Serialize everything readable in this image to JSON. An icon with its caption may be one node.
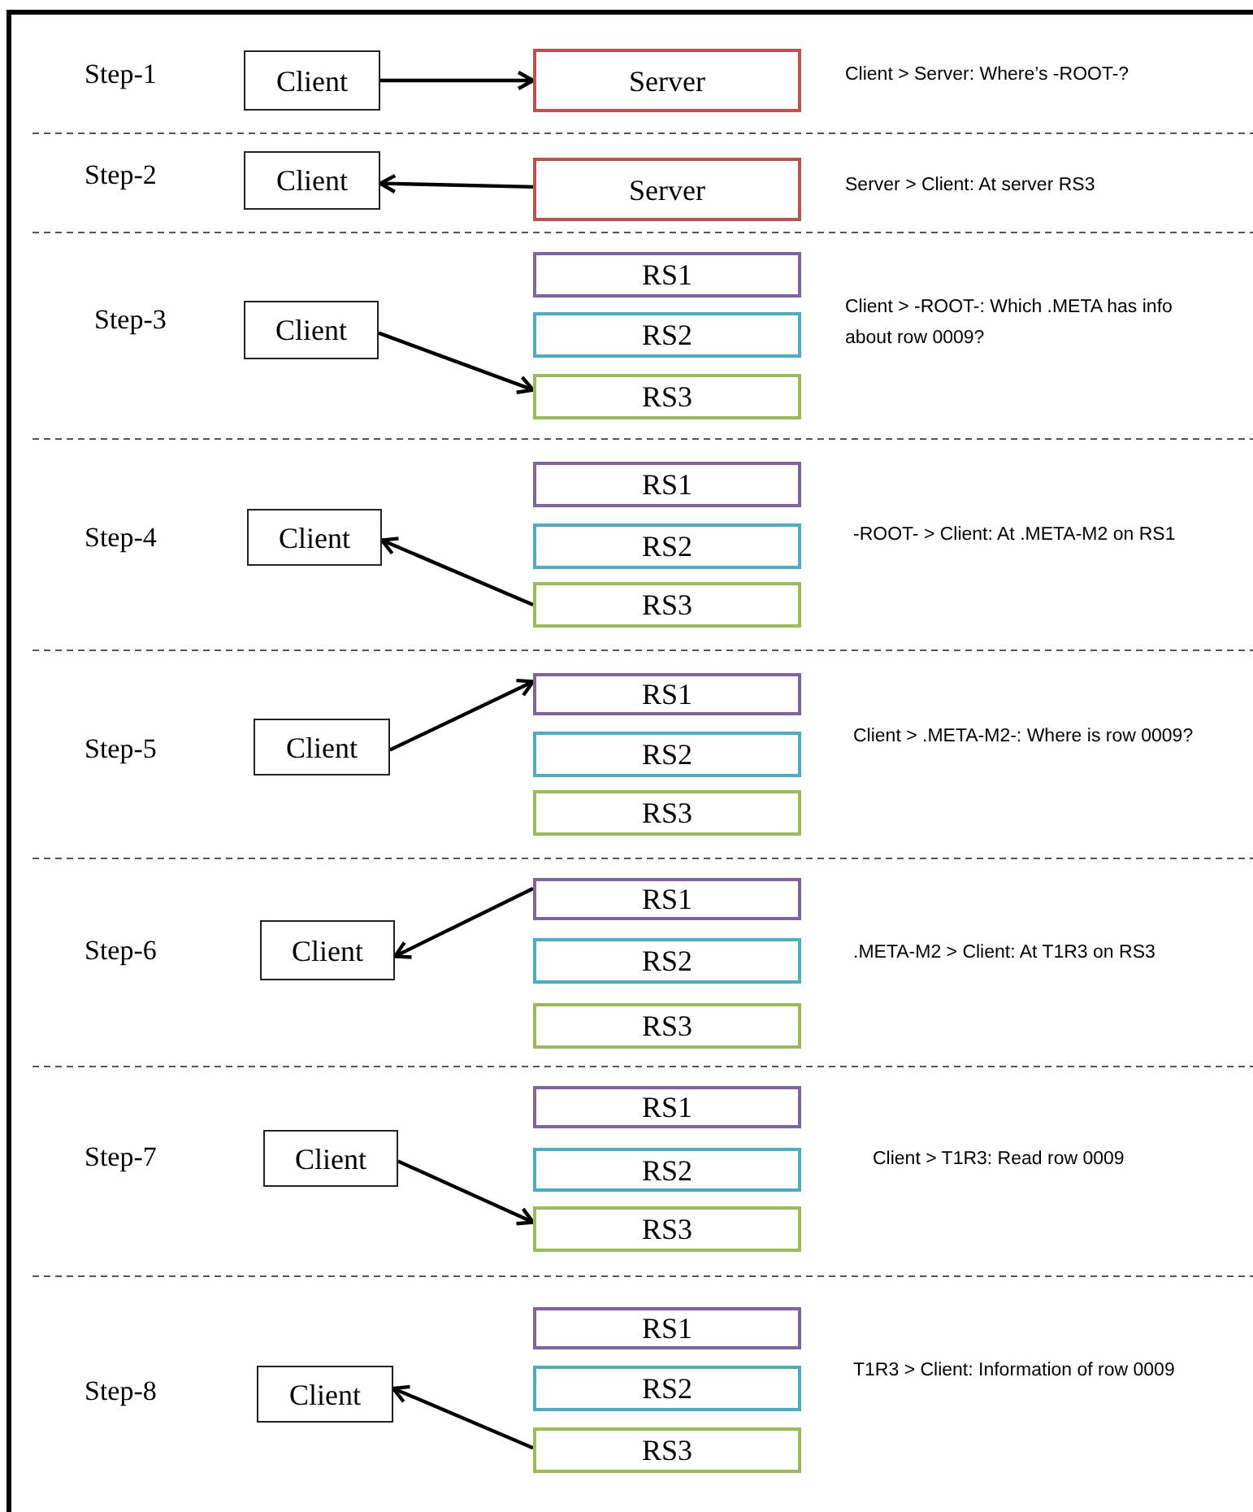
{
  "diagram": {
    "nodes": [
      {
        "text": [
          "Client"
        ]
      },
      {
        "text": [
          "Server"
        ]
      },
      {
        "text": [
          "Client"
        ]
      },
      {
        "text": [
          "Server"
        ]
      },
      {
        "text": [
          "Client"
        ]
      },
      {
        "text": [
          "RS1"
        ]
      },
      {
        "text": [
          "RS2"
        ]
      },
      {
        "text": [
          "RS3"
        ]
      },
      {
        "text": [
          "Client"
        ]
      },
      {
        "text": [
          "RS1"
        ]
      },
      {
        "text": [
          "RS2"
        ]
      },
      {
        "text": [
          "RS3"
        ]
      },
      {
        "text": [
          "Client"
        ]
      },
      {
        "text": [
          "RS1"
        ]
      },
      {
        "text": [
          "RS2"
        ]
      },
      {
        "text": [
          "RS3"
        ]
      },
      {
        "text": [
          "Client"
        ]
      },
      {
        "text": [
          "RS1"
        ]
      },
      {
        "text": [
          "RS2"
        ]
      },
      {
        "text": [
          "RS3"
        ]
      },
      {
        "text": [
          "Client"
        ]
      },
      {
        "text": [
          "RS1"
        ]
      },
      {
        "text": [
          "RS2"
        ]
      },
      {
        "text": [
          "RS3"
        ]
      },
      {
        "text": [
          "Client"
        ]
      },
      {
        "text": [
          "RS1"
        ]
      },
      {
        "text": [
          "RS2"
        ]
      },
      {
        "text": [
          "RS3"
        ]
      }
    ],
    "edges": [
      {
        "from": 0,
        "to": 1,
        "arrow": "to"
      },
      {
        "from": 3,
        "to": 2,
        "arrow": "to"
      },
      {
        "from": 4,
        "to": 7,
        "arrow": "to"
      },
      {
        "from": 11,
        "to": 8,
        "arrow": "to"
      },
      {
        "from": 12,
        "to": 13,
        "arrow": "to"
      },
      {
        "from": 17,
        "to": 16,
        "arrow": "to"
      },
      {
        "from": 20,
        "to": 23,
        "arrow": "to"
      },
      {
        "from": 27,
        "to": 24,
        "arrow": "to"
      }
    ],
    "labels": [
      "Step-1",
      "Client > Server: Where’s -ROOT-?",
      "Step-2",
      "Server > Client: At server RS3",
      "Step-3",
      "Client > -ROOT-: Which .META has info about row 0009?",
      "Step-4",
      "-ROOT- > Client: At .META-M2 on RS1",
      "Step-5",
      "Client > .META-M2-: Where is  row 0009?",
      "Step-6",
      ".META-M2 > Client: At T1R3 on RS3",
      "Step-7",
      "Client > T1R3: Read  row 0009",
      "Step-8",
      "T1R3 >  Client: Information of row 0009"
    ]
  }
}
